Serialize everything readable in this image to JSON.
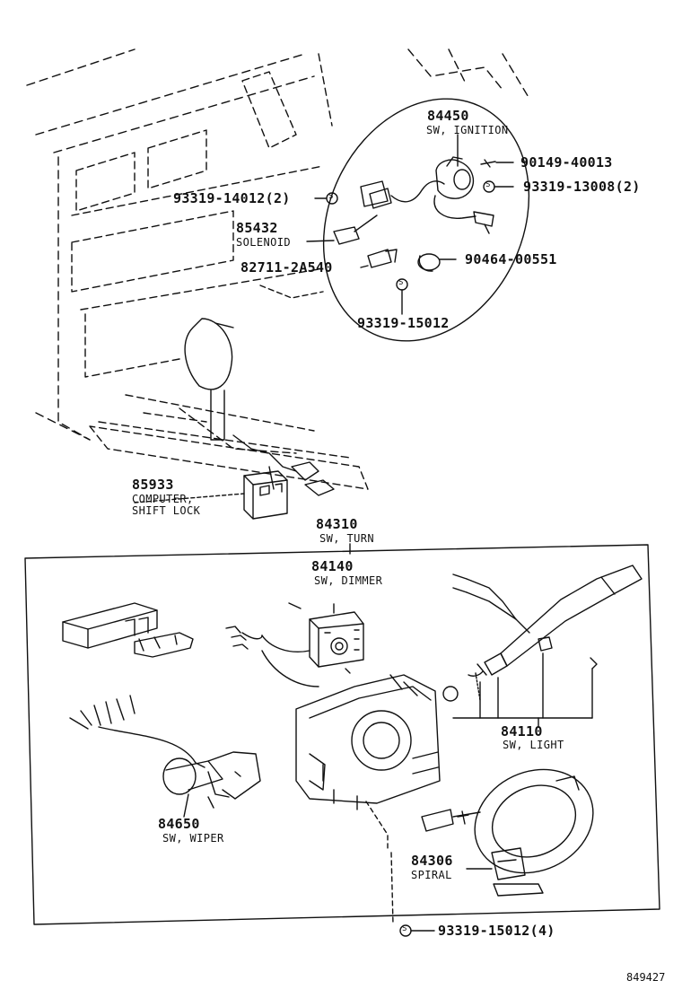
{
  "callouts": {
    "p84450": {
      "number": "84450",
      "name": "SW, IGNITION"
    },
    "p90149": {
      "number": "90149-40013"
    },
    "p93319_14012": {
      "number": "93319-14012(2)"
    },
    "p93319_13008": {
      "number": "93319-13008(2)"
    },
    "p85432": {
      "number": "85432",
      "name": "SOLENOID"
    },
    "p90464": {
      "number": "90464-00551"
    },
    "p82711": {
      "number": "82711-2A540"
    },
    "p93319_15012": {
      "number": "93319-15012"
    },
    "p85933": {
      "number": "85933",
      "name_line1": "COMPUTER,",
      "name_line2": "SHIFT LOCK"
    },
    "p84310": {
      "number": "84310",
      "name": "SW, TURN"
    },
    "p84140": {
      "number": "84140",
      "name": "SW, DIMMER"
    },
    "p84110": {
      "number": "84110",
      "name": "SW, LIGHT"
    },
    "p84650": {
      "number": "84650",
      "name": "SW, WIPER"
    },
    "p84306": {
      "number": "84306",
      "name": "SPIRAL"
    },
    "p93319_15012_4": {
      "number": "93319-15012(4)"
    }
  },
  "screw_symbol": "S",
  "figure_number": "849427",
  "line_color": "#111111"
}
